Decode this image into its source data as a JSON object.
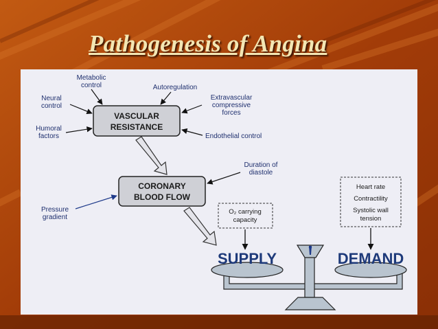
{
  "slide": {
    "title": "Pathogenesis of Angina"
  },
  "diagram": {
    "vascular_resistance": [
      "VASCULAR",
      "RESISTANCE"
    ],
    "coronary_blood_flow": [
      "CORONARY",
      "BLOOD FLOW"
    ],
    "inputs_resistance": {
      "metabolic": [
        "Metabolic",
        "control"
      ],
      "autoregulation": [
        "Autoregulation"
      ],
      "neural": [
        "Neural",
        "control"
      ],
      "extravascular": [
        "Extravascular",
        "compressive",
        "forces"
      ],
      "humoral": [
        "Humoral",
        "factors"
      ],
      "endothelial": [
        "Endothelial control"
      ]
    },
    "inputs_flow": {
      "diastole": [
        "Duration of",
        "diastole"
      ],
      "pressure": [
        "Pressure",
        "gradient"
      ]
    },
    "o2_capacity": [
      "O₂ carrying",
      "capacity"
    ],
    "demand_factors": [
      "Heart rate",
      "Contractility",
      "Systolic wall",
      "tension"
    ],
    "supply_label": "SUPPLY",
    "demand_label": "DEMAND"
  },
  "colors": {
    "background": "#a8420a",
    "title": "#f3e6b3",
    "panel": "#eeeef5",
    "box_fill": "#cfd0d6",
    "text_blue": "#1e2f6e",
    "balance_fill": "#b9c4cf"
  }
}
